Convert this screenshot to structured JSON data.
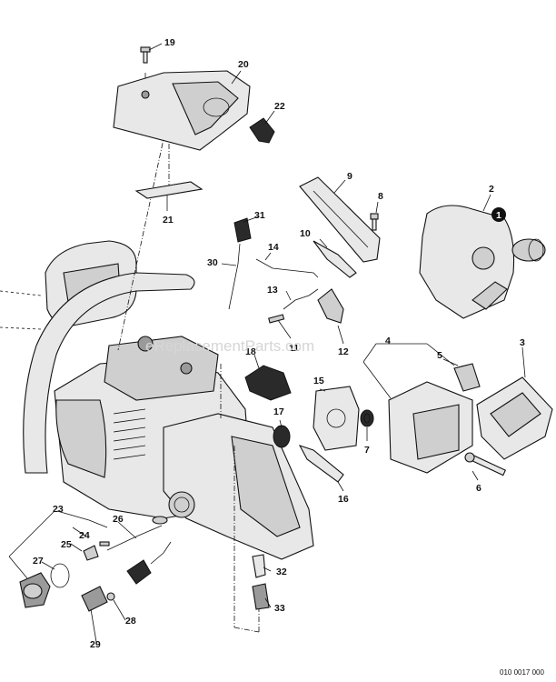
{
  "diagram": {
    "part_numbers": [
      "1",
      "2",
      "3",
      "4",
      "5",
      "6",
      "7",
      "8",
      "9",
      "10",
      "11",
      "12",
      "13",
      "14",
      "15",
      "16",
      "17",
      "18",
      "19",
      "20",
      "21",
      "22",
      "23",
      "24",
      "25",
      "26",
      "27",
      "28",
      "29",
      "30",
      "31",
      "32",
      "33"
    ],
    "watermark": "eReplacementParts.com",
    "drawing_code": "010 0017 000"
  }
}
